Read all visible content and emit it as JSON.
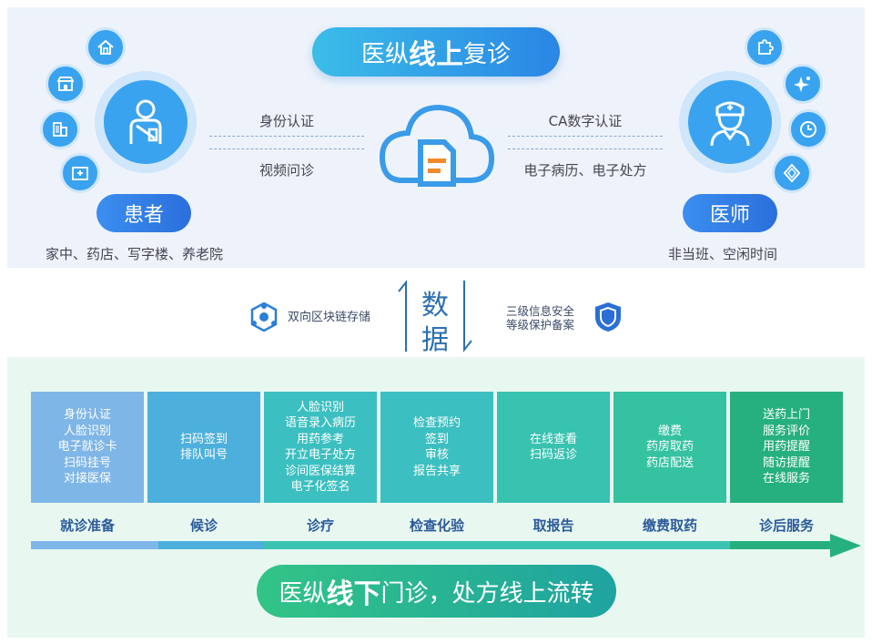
{
  "top": {
    "title_prefix": "医纵",
    "title_bold": "线上",
    "title_suffix": "复诊",
    "patient_label": "患者",
    "patient_places": "家中、药店、写字楼、养老院",
    "doctor_label": "医师",
    "doctor_time": "非当班、空闲时间",
    "left_top": "身份认证",
    "left_bottom": "视频问诊",
    "right_top": "CA数字认证",
    "right_bottom": "电子病历、电子处方"
  },
  "middle": {
    "blockchain": "双向区块链存储",
    "data_char1": "数",
    "data_char2": "据",
    "security_line1": "三级信息安全",
    "security_line2": "等级保护备案"
  },
  "bottom": {
    "title_prefix": "医纵",
    "title_bold": "线下",
    "title_suffix": "门诊，处方线上流转",
    "columns": [
      {
        "stage": "就诊准备",
        "color": "#7fb6e8",
        "lines": [
          "身份认证",
          "人脸识别",
          "电子就诊卡",
          "扫码挂号",
          "对接医保"
        ]
      },
      {
        "stage": "候诊",
        "color": "#4db0dc",
        "lines": [
          "扫码签到",
          "排队叫号"
        ]
      },
      {
        "stage": "诊疗",
        "color": "#3cbfc0",
        "lines": [
          "人脸识别",
          "语音录入病历",
          "用药参考",
          "开立电子处方",
          "诊间医保结算",
          "电子化签名"
        ]
      },
      {
        "stage": "检查化验",
        "color": "#3cbfc0",
        "lines": [
          "检查预约",
          "签到",
          "审核",
          "报告共享"
        ]
      },
      {
        "stage": "取报告",
        "color": "#38c2b0",
        "lines": [
          "在线查看",
          "扫码返诊"
        ]
      },
      {
        "stage": "缴费取药",
        "color": "#34c2a0",
        "lines": [
          "缴费",
          "药房取药",
          "药店配送"
        ]
      },
      {
        "stage": "诊后服务",
        "color": "#27b07f",
        "lines": [
          "送药上门",
          "服务评价",
          "用药提醒",
          "随访提醒",
          "在线服务"
        ]
      }
    ]
  },
  "icons": {
    "patient": "patient-icon",
    "doctor": "doctor-icon",
    "cloud": "cloud-document-icon",
    "home": "home-icon",
    "shop": "shop-icon",
    "building": "office-building-icon",
    "nursing": "nursing-home-icon",
    "puzzle": "puzzle-icon",
    "sparkle": "sparkle-icon",
    "clock": "clock-icon",
    "diamond": "diamond-icon",
    "blockchain": "blockchain-icon",
    "shield": "shield-icon"
  }
}
